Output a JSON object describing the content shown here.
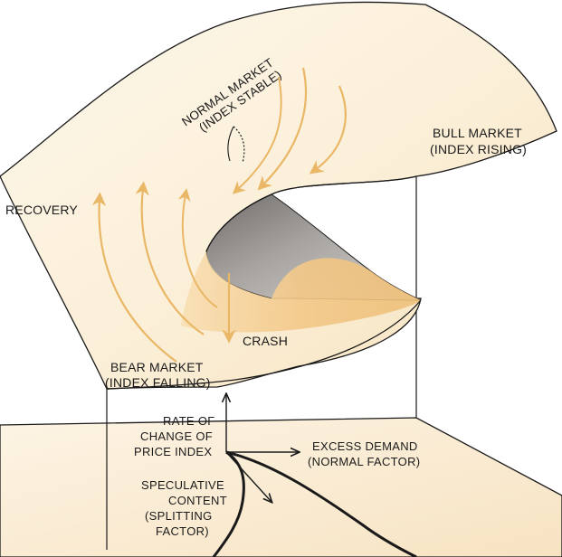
{
  "labels": {
    "normal_market": "NORMAL MARKET",
    "normal_market_sub": "(INDEX STABLE)",
    "bull_market": "BULL MARKET",
    "bull_market_sub": "(INDEX RISING)",
    "recovery": "RECOVERY",
    "crash": "CRASH",
    "bear_market": "BEAR MARKET",
    "bear_market_sub": "(INDEX FALLING)",
    "rate_of_change_1": "RATE OF",
    "rate_of_change_2": "CHANGE OF",
    "rate_of_change_3": "PRICE INDEX",
    "excess_demand": "EXCESS DEMAND",
    "excess_demand_sub": "(NORMAL FACTOR)",
    "speculative_1": "SPECULATIVE",
    "speculative_2": "CONTENT",
    "speculative_3": "(SPLITTING",
    "speculative_4": "FACTOR)"
  },
  "colors": {
    "surface_top": "#fbf2df",
    "surface_fold": "#f2c98a",
    "underside": "#8c8884",
    "arrow": "#e9b766",
    "ink": "#1a1a1a"
  }
}
